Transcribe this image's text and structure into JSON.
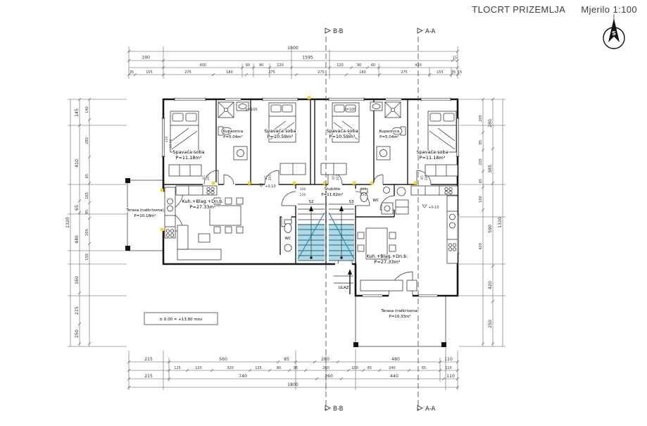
{
  "header": {
    "title": "TLOCRT PRIZEMLJA",
    "scale": "Mjerilo 1:100"
  },
  "compass": {
    "north_letter": "S"
  },
  "sections": {
    "bb": "B-B",
    "aa": "A-A"
  },
  "rooms": {
    "bedroom_l1": {
      "name": "Spavaća soba",
      "area": "P=11.18m²"
    },
    "bath_l": {
      "name": "Kupaonica",
      "area": "P=5.04m²"
    },
    "bedroom_l2": {
      "name": "Spavaća soba",
      "area": "P=10.59m²"
    },
    "bedroom_r2": {
      "name": "Spavaća soba",
      "area": "P=10.59m²"
    },
    "bath_r": {
      "name": "Kupaonica",
      "area": "P=5.04m²"
    },
    "bedroom_r1": {
      "name": "Spavaća soba",
      "area": "P=11.18m²"
    },
    "living_l": {
      "name": "Kuh.+Blag.+Dn.b.",
      "area": "P=27.33m²"
    },
    "living_r": {
      "name": "Kuh.+Blag.+Dn.b.",
      "area": "P=27.33m²"
    },
    "stairs": {
      "name": "Stubište",
      "area": "P=11.62m²",
      "s2": "S2",
      "s3": "S3"
    },
    "wc": "WC",
    "terrace_l": {
      "name": "Terasa (natkrivena)",
      "area": "P=10.18m²"
    },
    "terrace_r": {
      "name": "Terasa (natkrivena)",
      "area": "P=10.33m²"
    }
  },
  "labels": {
    "entrance": "ULAZ",
    "level": "+0.10",
    "datum": "± 0.00 = +13.80 mnv",
    "parapet": "p=100",
    "door_w": "85",
    "door_h": "205",
    "opening_w": "100",
    "opening_h": "220",
    "wall_120": "120",
    "wall_2020": "20 20"
  },
  "dims": {
    "top_total": "1800",
    "top_row2": [
      "190",
      "1595",
      "15"
    ],
    "top_row3": [
      "430",
      "60",
      "90",
      "120",
      "120",
      "90",
      "60",
      "430"
    ],
    "top_row4": [
      "35",
      "155",
      "275",
      "180",
      "275",
      "275",
      "180",
      "275",
      "155",
      "35",
      "15"
    ],
    "bottom_row1": [
      "215",
      "560",
      "85",
      "280",
      "480",
      "110"
    ],
    "bottom_row2": [
      "125",
      "120",
      "320",
      "125",
      "80",
      "95",
      "260",
      "100",
      "65",
      "240",
      "65",
      "110"
    ],
    "bottom_row3": [
      "215",
      "740",
      "260",
      "440",
      "110"
    ],
    "bottom_total": "1800",
    "left_total": "1320",
    "left_outer": [
      "145",
      "410",
      "65",
      "440",
      "160",
      "215",
      "250"
    ],
    "left_inner": [
      "140",
      "280",
      "65",
      "165",
      "95",
      "205",
      "150"
    ],
    "right_total": "1320",
    "right_outer": [
      "280",
      "385",
      "590",
      "420",
      "250"
    ],
    "right_inner": [
      "205",
      "85",
      "205",
      "65",
      "100",
      "420"
    ]
  }
}
